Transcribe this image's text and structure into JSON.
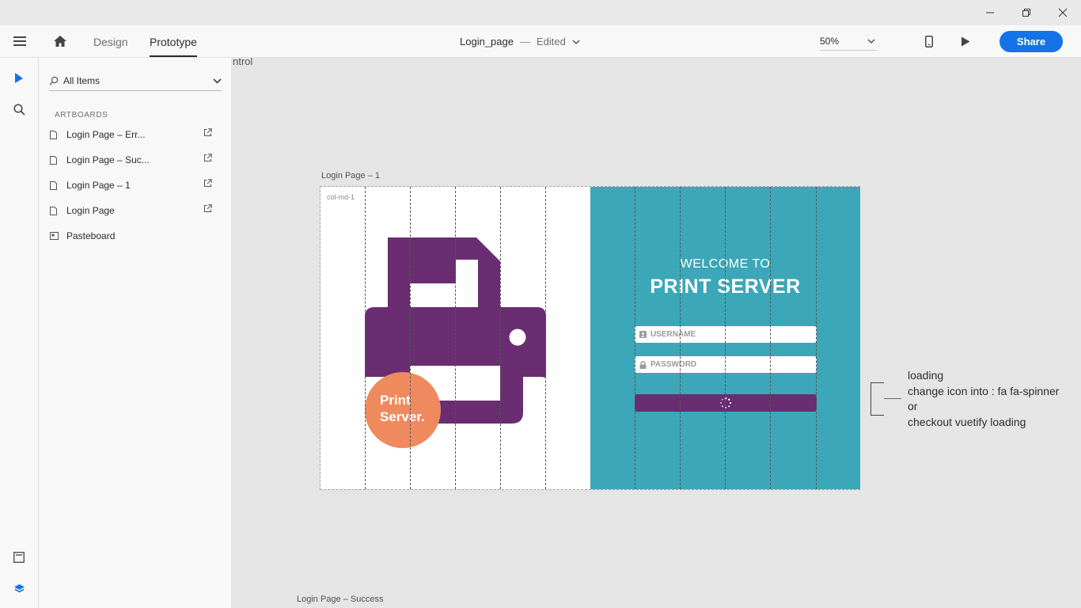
{
  "toolbar": {
    "design_tab": "Design",
    "prototype_tab": "Prototype",
    "doc_name": "Login_page",
    "doc_separator": "—",
    "doc_state": "Edited",
    "zoom": "50%",
    "share_label": "Share"
  },
  "panel": {
    "filter_label": "All Items",
    "section_title": "ARTBOARDS",
    "items": [
      {
        "label": "Login Page – Err..."
      },
      {
        "label": "Login Page – Suc..."
      },
      {
        "label": "Login Page – 1"
      },
      {
        "label": "Login Page"
      },
      {
        "label": "Pasteboard"
      }
    ]
  },
  "canvas": {
    "cropped_label": "ntrol",
    "artboard_title": "Login Page – 1",
    "bottom_artboard_title": "Login Page – Success",
    "column_label": "col-md-1",
    "badge_line1": "Print",
    "badge_line2": "Server.",
    "welcome": "WELCOME TO",
    "brand": "PRINT SERVER",
    "username_placeholder": "USERNAME",
    "password_placeholder": "PASSWORD",
    "note": [
      "loading",
      "change icon into : fa fa-spinner",
      "or",
      "checkout vuetify loading"
    ]
  },
  "colors": {
    "accent": "#1473e6",
    "teal": "#3ba7b8",
    "purple": "#6a2d71",
    "orange": "#ef8a5e"
  }
}
